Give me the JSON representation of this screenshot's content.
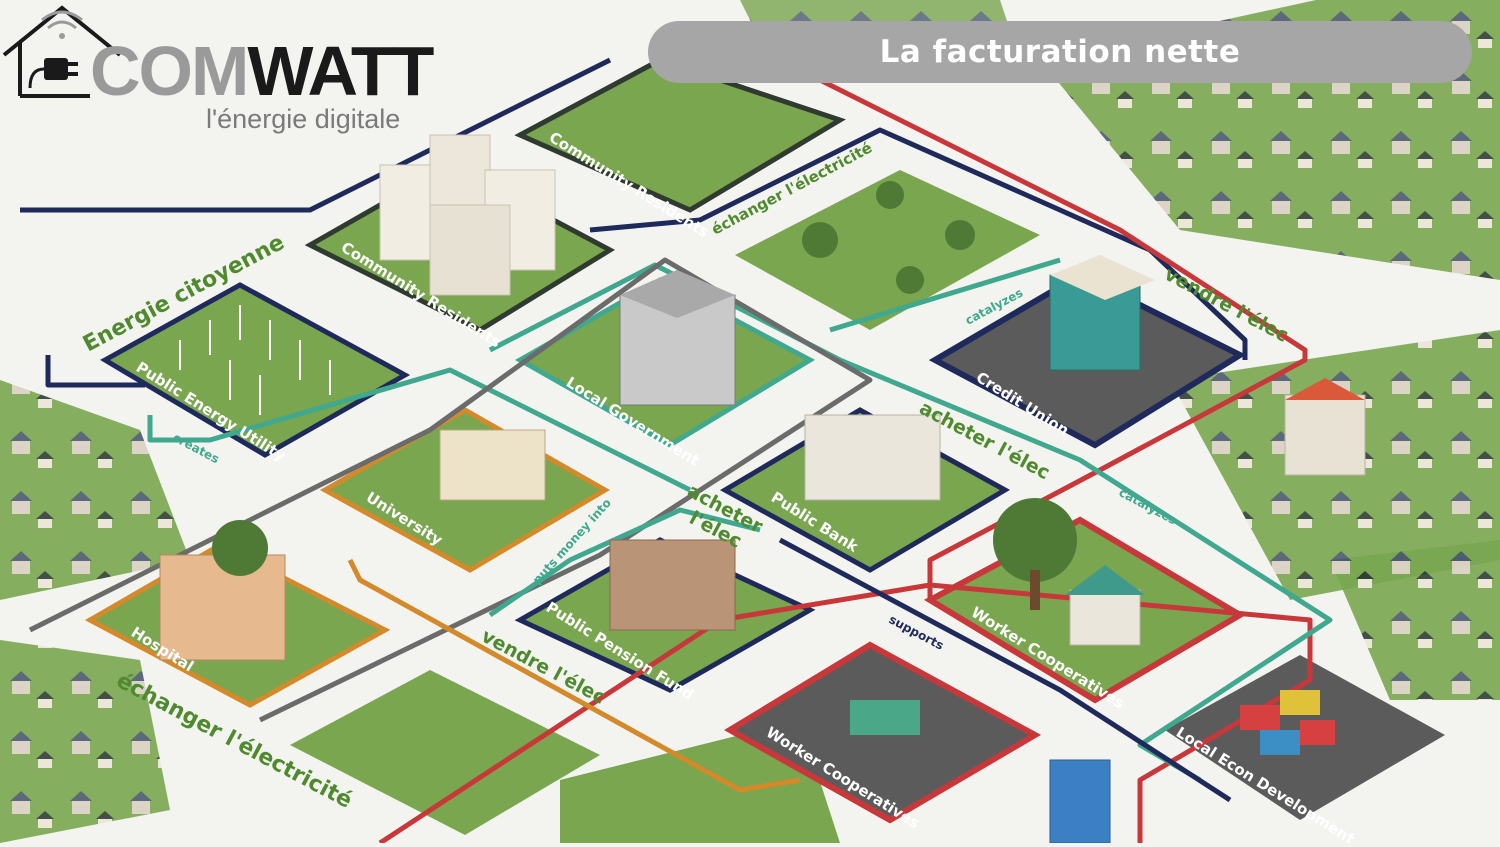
{
  "header": {
    "title": "La facturation nette"
  },
  "logo": {
    "word_part1": "COM",
    "word_part2": "WATT",
    "tagline": "l'énergie digitale",
    "icon": "house-wifi-plug-icon"
  },
  "blocks": [
    {
      "id": "community-residents-top",
      "label": "Community Residents"
    },
    {
      "id": "community-residents-towers",
      "label": "Community Residents"
    },
    {
      "id": "public-energy-utility",
      "label": "Public Energy Utility"
    },
    {
      "id": "local-government",
      "label": "Local Government"
    },
    {
      "id": "credit-union",
      "label": "Credit Union"
    },
    {
      "id": "university",
      "label": "University"
    },
    {
      "id": "public-bank",
      "label": "Public Bank"
    },
    {
      "id": "hospital",
      "label": "Hospital"
    },
    {
      "id": "public-pension-fund",
      "label": "Public Pension Fund"
    },
    {
      "id": "worker-coop-house",
      "label": "Worker Cooperatives"
    },
    {
      "id": "worker-coop-market",
      "label": "Worker Cooperatives"
    },
    {
      "id": "local-econ-dev",
      "label": "Local Econ Development"
    }
  ],
  "flows": [
    {
      "id": "energie-citoyenne",
      "label": "Energie citoyenne"
    },
    {
      "id": "echanger-top",
      "label": "échanger l'électricité"
    },
    {
      "id": "vendre-right",
      "label": "vendre l'élec"
    },
    {
      "id": "acheter-right",
      "label": "acheter l'élec"
    },
    {
      "id": "acheter-mid-1",
      "label": "acheter"
    },
    {
      "id": "acheter-mid-2",
      "label": "l'élec"
    },
    {
      "id": "vendre-bottom",
      "label": "vendre l'élec"
    },
    {
      "id": "echanger-bottom",
      "label": "échanger l'électricité"
    },
    {
      "id": "creates",
      "label": "creates"
    },
    {
      "id": "catalyzes-top",
      "label": "catalyzes"
    },
    {
      "id": "catalyzes-right",
      "label": "catalyzes"
    },
    {
      "id": "puts-money-into",
      "label": "puts money into"
    },
    {
      "id": "supports",
      "label": "supports"
    }
  ],
  "colors": {
    "grass": "#79a64f",
    "road": "#ffffff",
    "navy": "#1f2a5c",
    "teal": "#3fa88f",
    "red": "#c8383b",
    "orange": "#d4892a",
    "grey": "#6b6b6b",
    "flow_text": "#4f8a2f"
  }
}
